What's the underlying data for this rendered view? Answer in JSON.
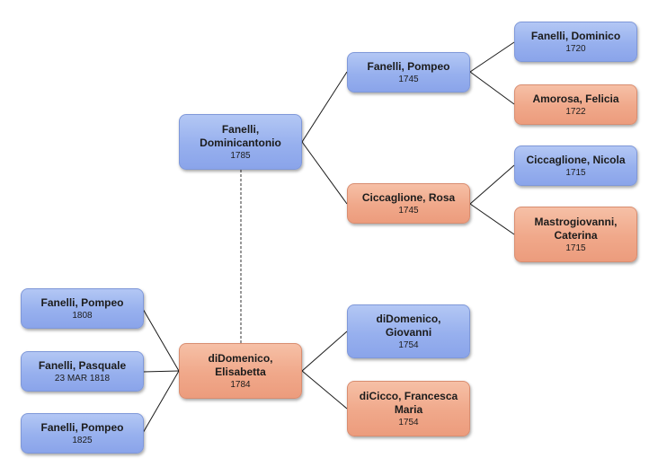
{
  "tree": {
    "persons": {
      "dominicantonio": {
        "name": "Fanelli, Dominicantonio",
        "date": "1785",
        "sex": "male"
      },
      "elisabetta": {
        "name": "diDomenico, Elisabetta",
        "date": "1784",
        "sex": "female"
      },
      "pompeo_1745": {
        "name": "Fanelli, Pompeo",
        "date": "1745",
        "sex": "male"
      },
      "rosa": {
        "name": "Ciccaglione, Rosa",
        "date": "1745",
        "sex": "female"
      },
      "dominico": {
        "name": "Fanelli, Dominico",
        "date": "1720",
        "sex": "male"
      },
      "felicia": {
        "name": "Amorosa, Felicia",
        "date": "1722",
        "sex": "female"
      },
      "nicola": {
        "name": "Ciccaglione, Nicola",
        "date": "1715",
        "sex": "male"
      },
      "caterina": {
        "name": "Mastrogiovanni, Caterina",
        "date": "1715",
        "sex": "female"
      },
      "giovanni": {
        "name": "diDomenico, Giovanni",
        "date": "1754",
        "sex": "male"
      },
      "francesca": {
        "name": "diCicco, Francesca Maria",
        "date": "1754",
        "sex": "female"
      },
      "pompeo_1808": {
        "name": "Fanelli, Pompeo",
        "date": "1808",
        "sex": "male"
      },
      "pasquale": {
        "name": "Fanelli, Pasquale",
        "date": "23 MAR 1818",
        "sex": "male"
      },
      "pompeo_1825": {
        "name": "Fanelli, Pompeo",
        "date": "1825",
        "sex": "male"
      }
    },
    "relations": {
      "parents": [
        {
          "child": "dominicantonio",
          "parent": "pompeo_1745"
        },
        {
          "child": "dominicantonio",
          "parent": "rosa"
        },
        {
          "child": "pompeo_1745",
          "parent": "dominico"
        },
        {
          "child": "pompeo_1745",
          "parent": "felicia"
        },
        {
          "child": "rosa",
          "parent": "nicola"
        },
        {
          "child": "rosa",
          "parent": "caterina"
        },
        {
          "child": "elisabetta",
          "parent": "giovanni"
        },
        {
          "child": "elisabetta",
          "parent": "francesca"
        }
      ],
      "children_of_elisabetta": [
        "pompeo_1808",
        "pasquale",
        "pompeo_1825"
      ],
      "spouses": [
        [
          "dominicantonio",
          "elisabetta"
        ]
      ]
    },
    "colors": {
      "male": "#97b0ee",
      "female": "#f0a88a",
      "line": "#1a1a1a",
      "spouse_line": "#555555"
    }
  }
}
